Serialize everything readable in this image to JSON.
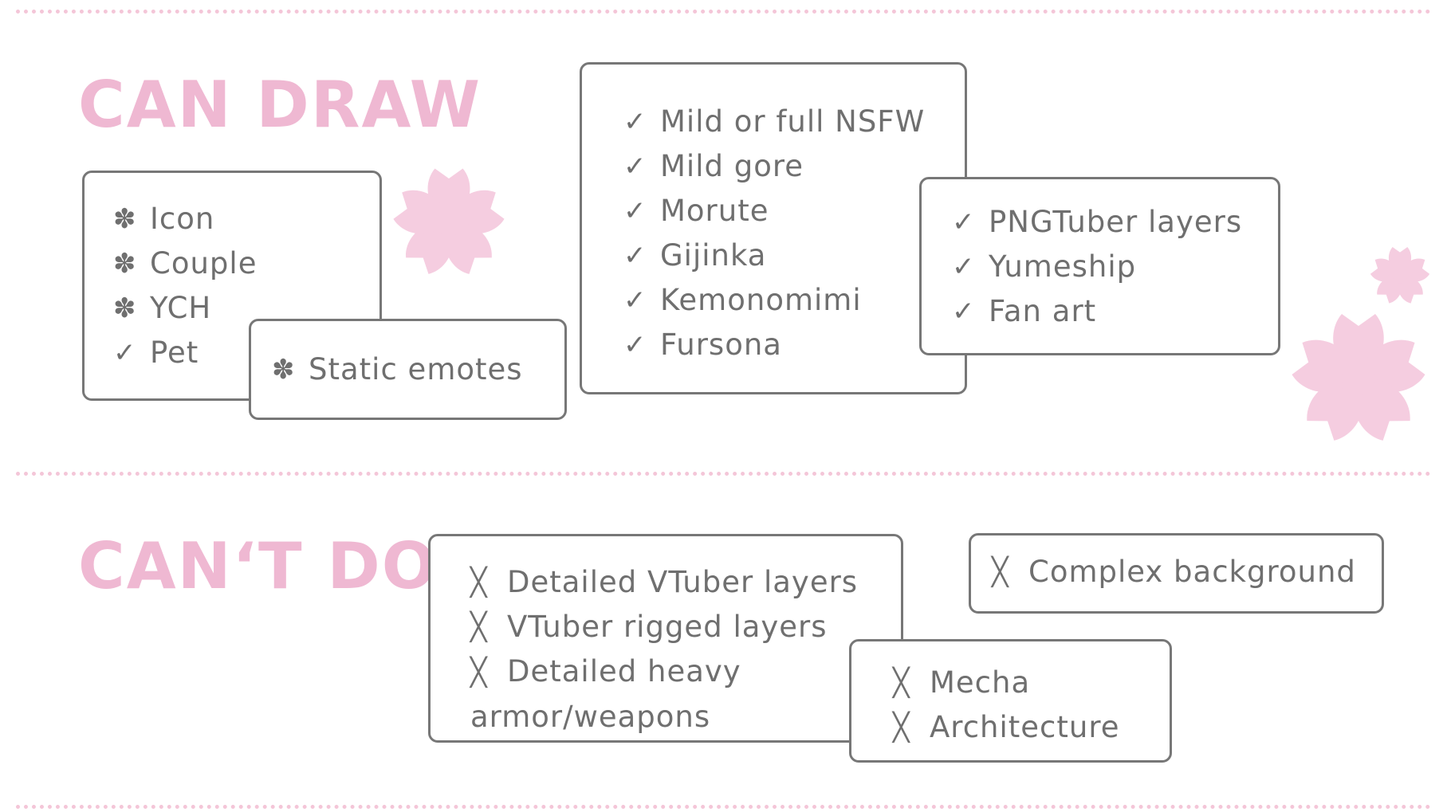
{
  "sections": {
    "can_draw": {
      "title": "CAN DRAW",
      "card_a": {
        "items": [
          {
            "icon": "flower-bullet-icon",
            "label": "Icon"
          },
          {
            "icon": "flower-bullet-icon",
            "label": "Couple"
          },
          {
            "icon": "flower-bullet-icon",
            "label": "YCH"
          },
          {
            "icon": "check-icon",
            "label": "Pet"
          }
        ]
      },
      "card_b": {
        "items": [
          {
            "icon": "flower-bullet-icon",
            "label": "Static emotes"
          }
        ]
      },
      "card_c": {
        "items": [
          {
            "icon": "check-icon",
            "label": "Mild or full NSFW"
          },
          {
            "icon": "check-icon",
            "label": "Mild gore"
          },
          {
            "icon": "check-icon",
            "label": "Morute"
          },
          {
            "icon": "check-icon",
            "label": "Gijinka"
          },
          {
            "icon": "check-icon",
            "label": "Kemonomimi"
          },
          {
            "icon": "check-icon",
            "label": "Fursona"
          }
        ]
      },
      "card_d": {
        "items": [
          {
            "icon": "check-icon",
            "label": "PNGTuber layers"
          },
          {
            "icon": "check-icon",
            "label": "Yumeship"
          },
          {
            "icon": "check-icon",
            "label": "Fan art"
          }
        ]
      }
    },
    "cant_do": {
      "title": "CAN‘T DO",
      "card_e": {
        "items": [
          {
            "icon": "cross-icon",
            "label": "Detailed VTuber layers"
          },
          {
            "icon": "cross-icon",
            "label": "VTuber rigged layers"
          },
          {
            "icon": "cross-icon",
            "label": "Detailed heavy armor/weapons"
          }
        ]
      },
      "card_f": {
        "items": [
          {
            "icon": "cross-icon",
            "label": "Complex background"
          }
        ]
      },
      "card_g": {
        "items": [
          {
            "icon": "cross-icon",
            "label": "Mecha"
          },
          {
            "icon": "cross-icon",
            "label": "Architecture"
          }
        ]
      }
    }
  },
  "symbols": {
    "check": "✓",
    "cross": "╳",
    "flower": "✽"
  },
  "colors": {
    "accent_pink": "#efb8d2",
    "flower_pink": "#f5cde0",
    "divider_pink": "#f4c6d8",
    "text_gray": "#6f6f6f",
    "border_gray": "#777777"
  }
}
